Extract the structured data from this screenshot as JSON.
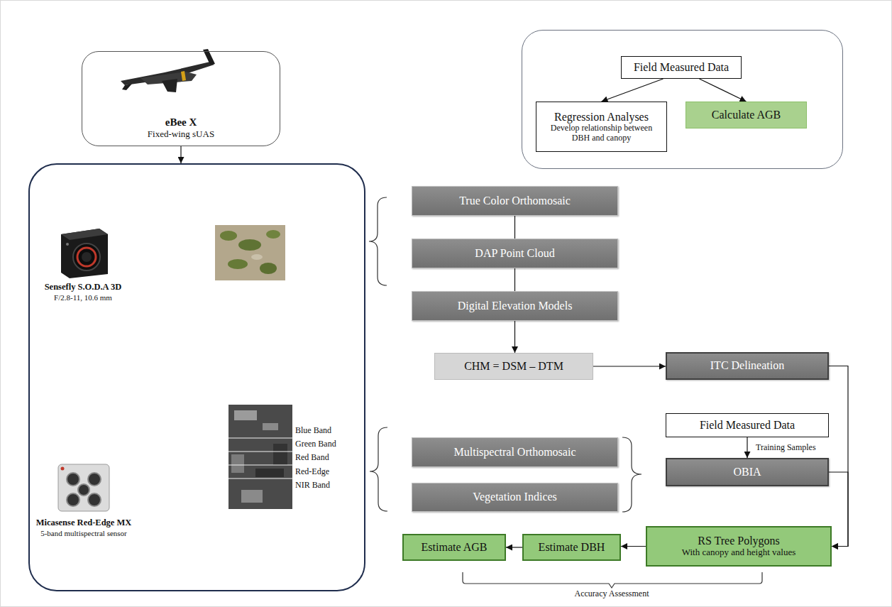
{
  "diagram": {
    "nodes": [
      {
        "text": [
          "eBee X",
          "Fixed-wing sUAS"
        ]
      },
      {
        "text": []
      },
      {
        "text": [
          "Field Measured Data"
        ],
        "in": 1
      },
      {
        "text": [
          "Regression Analyses",
          "Develop relationship between DBH and canopy"
        ],
        "in": 1
      },
      {
        "text": [
          "Calculate AGB"
        ],
        "in": 1
      },
      {
        "text": [
          "Sensefly S.O.D.A 3D",
          "F/2.8-11, 10.6 mm",
          "Micasense Red-Edge MX",
          "5-band multispectral sensor",
          "Blue Band",
          "Green Band",
          "Red Band",
          "Red-Edge",
          "NIR Band"
        ]
      },
      {
        "text": [
          "True Color Orthomosaic"
        ]
      },
      {
        "text": [
          "DAP Point Cloud"
        ]
      },
      {
        "text": [
          "Digital Elevation Models"
        ]
      },
      {
        "text": [
          "CHM = DSM – DTM"
        ]
      },
      {
        "text": [
          "ITC Delineation"
        ]
      },
      {
        "text": [
          "Field Measured Data"
        ]
      },
      {
        "text": [
          "Multispectral Orthomosaic"
        ]
      },
      {
        "text": [
          "OBIA"
        ]
      },
      {
        "text": [
          "Vegetation Indices"
        ]
      },
      {
        "text": [
          "RS Tree Polygons",
          "With canopy and height values"
        ]
      },
      {
        "text": [
          "Estimate DBH"
        ]
      },
      {
        "text": [
          "Estimate AGB"
        ]
      }
    ],
    "edges": [
      {
        "from": 0,
        "to": 5,
        "arrow": "to"
      },
      {
        "from": 2,
        "to": 3,
        "arrow": "to"
      },
      {
        "from": 2,
        "to": 4,
        "arrow": "to"
      },
      {
        "from": 6,
        "to": 7,
        "arrow": "none"
      },
      {
        "from": 7,
        "to": 8,
        "arrow": "none"
      },
      {
        "from": 8,
        "to": 9,
        "arrow": "to"
      },
      {
        "from": 9,
        "to": 10,
        "arrow": "to"
      },
      {
        "from": 11,
        "to": 13,
        "label": "Training Samples",
        "arrow": "to"
      },
      {
        "from": 10,
        "to": 15,
        "arrow": "to"
      },
      {
        "from": 13,
        "to": 15,
        "arrow": "to"
      },
      {
        "from": 15,
        "to": 16,
        "arrow": "to"
      },
      {
        "from": 16,
        "to": 17,
        "arrow": "to"
      }
    ],
    "labels": [
      "Accuracy Assessment"
    ]
  }
}
